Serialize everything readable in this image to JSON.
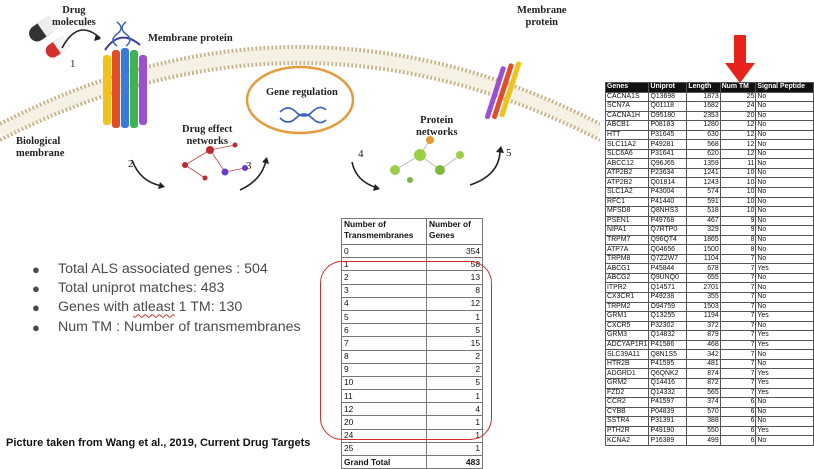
{
  "illustration": {
    "drug_molecules": "Drug\nmolecules",
    "membrane_protein_left": "Membrane protein",
    "biological_membrane": "Biological\nmembrane",
    "drug_effect_networks": "Drug effect\nnetworks",
    "gene_regulation": "Gene regulation",
    "protein_networks": "Protein\nnetworks",
    "membrane_protein_right": "Membrane\nprotein",
    "steps": [
      "1",
      "2",
      "3",
      "4",
      "5"
    ]
  },
  "bullets": {
    "b1": "Total ALS associated genes : 504",
    "b2": "Total uniprot matches: 483",
    "b3_pre": "Genes with ",
    "b3_flag": "atleast",
    "b3_post": " 1 TM: 130",
    "b4": "Num TM : Number of transmembranes"
  },
  "caption": "Picture taken from Wang et al., 2019, Current Drug Targets",
  "tm_table": {
    "header": [
      "Number of Transmembranes",
      "Number of Genes"
    ],
    "rows": [
      [
        "0",
        "354"
      ],
      [
        "1",
        "58"
      ],
      [
        "2",
        "13"
      ],
      [
        "3",
        "8"
      ],
      [
        "4",
        "12"
      ],
      [
        "5",
        "1"
      ],
      [
        "6",
        "5"
      ],
      [
        "7",
        "15"
      ],
      [
        "8",
        "2"
      ],
      [
        "9",
        "2"
      ],
      [
        "10",
        "5"
      ],
      [
        "11",
        "1"
      ],
      [
        "12",
        "4"
      ],
      [
        "20",
        "1"
      ],
      [
        "24",
        "1"
      ],
      [
        "25",
        "1"
      ]
    ],
    "total": [
      "Grand Total",
      "483"
    ]
  },
  "gene_table": {
    "header": [
      "Genes",
      "Uniprot",
      "Length",
      "Num TM",
      "Signal Peptide"
    ],
    "rows": [
      [
        "CACNA1S",
        "Q13698",
        "1873",
        "25",
        "No"
      ],
      [
        "SCN7A",
        "Q01118",
        "1682",
        "24",
        "No"
      ],
      [
        "CACNA1H",
        "O95180",
        "2353",
        "20",
        "No"
      ],
      [
        "ABCB1",
        "P08183",
        "1280",
        "12",
        "No"
      ],
      [
        "HTT",
        "P31645",
        "630",
        "12",
        "No"
      ],
      [
        "SLC11A2",
        "P49281",
        "568",
        "12",
        "No"
      ],
      [
        "SLC6A6",
        "P31641",
        "620",
        "12",
        "No"
      ],
      [
        "ABCC12",
        "Q96J65",
        "1359",
        "11",
        "No"
      ],
      [
        "ATP2B2",
        "P23634",
        "1241",
        "10",
        "No"
      ],
      [
        "ATP2B2",
        "Q01814",
        "1243",
        "10",
        "No"
      ],
      [
        "SLC1A2",
        "P43004",
        "574",
        "10",
        "No"
      ],
      [
        "RFC1",
        "P41440",
        "591",
        "10",
        "No"
      ],
      [
        "MFSD8",
        "Q8NHS3",
        "518",
        "10",
        "No"
      ],
      [
        "PSEN1",
        "P49768",
        "467",
        "9",
        "No"
      ],
      [
        "NIPA1",
        "Q7RTP0",
        "329",
        "9",
        "No"
      ],
      [
        "TRPM7",
        "Q96QT4",
        "1865",
        "8",
        "No"
      ],
      [
        "ATP7A",
        "Q04656",
        "1500",
        "8",
        "No"
      ],
      [
        "TRPM8",
        "Q7Z2W7",
        "1104",
        "7",
        "No"
      ],
      [
        "ABCG1",
        "P45844",
        "678",
        "7",
        "Yes"
      ],
      [
        "ABCG2",
        "Q9UNQ0",
        "655",
        "7",
        "No"
      ],
      [
        "ITPR2",
        "Q14571",
        "2701",
        "7",
        "No"
      ],
      [
        "CX3CR1",
        "P49238",
        "355",
        "7",
        "No"
      ],
      [
        "TRPM2",
        "O94759",
        "1503",
        "7",
        "No"
      ],
      [
        "GRM1",
        "Q13255",
        "1194",
        "7",
        "Yes"
      ],
      [
        "CXCR5",
        "P32302",
        "372",
        "7",
        "No"
      ],
      [
        "GRM3",
        "Q14832",
        "879",
        "7",
        "Yes"
      ],
      [
        "ADCYAP1R1",
        "P41586",
        "468",
        "7",
        "Yes"
      ],
      [
        "SLC39A11",
        "Q8N1S5",
        "342",
        "7",
        "No"
      ],
      [
        "HTR2B",
        "P41595",
        "481",
        "7",
        "No"
      ],
      [
        "ADGRD1",
        "Q6QNK2",
        "874",
        "7",
        "Yes"
      ],
      [
        "GRM2",
        "Q14416",
        "872",
        "7",
        "Yes"
      ],
      [
        "FZD2",
        "Q14332",
        "565",
        "7",
        "Yes"
      ],
      [
        "CCR2",
        "P41597",
        "374",
        "6",
        "No"
      ],
      [
        "CYBB",
        "P04839",
        "570",
        "6",
        "No"
      ],
      [
        "SSTR4",
        "P31391",
        "388",
        "6",
        "No"
      ],
      [
        "PTH2R",
        "P49190",
        "550",
        "6",
        "Yes"
      ],
      [
        "KCNA2",
        "P16389",
        "499",
        "6",
        "No"
      ]
    ]
  },
  "colors": {
    "accent_red": "#e8231b",
    "oval_red": "#d42a2a",
    "gene_reg_orange": "#e69a3c",
    "membrane_tan": "#c9b587"
  }
}
